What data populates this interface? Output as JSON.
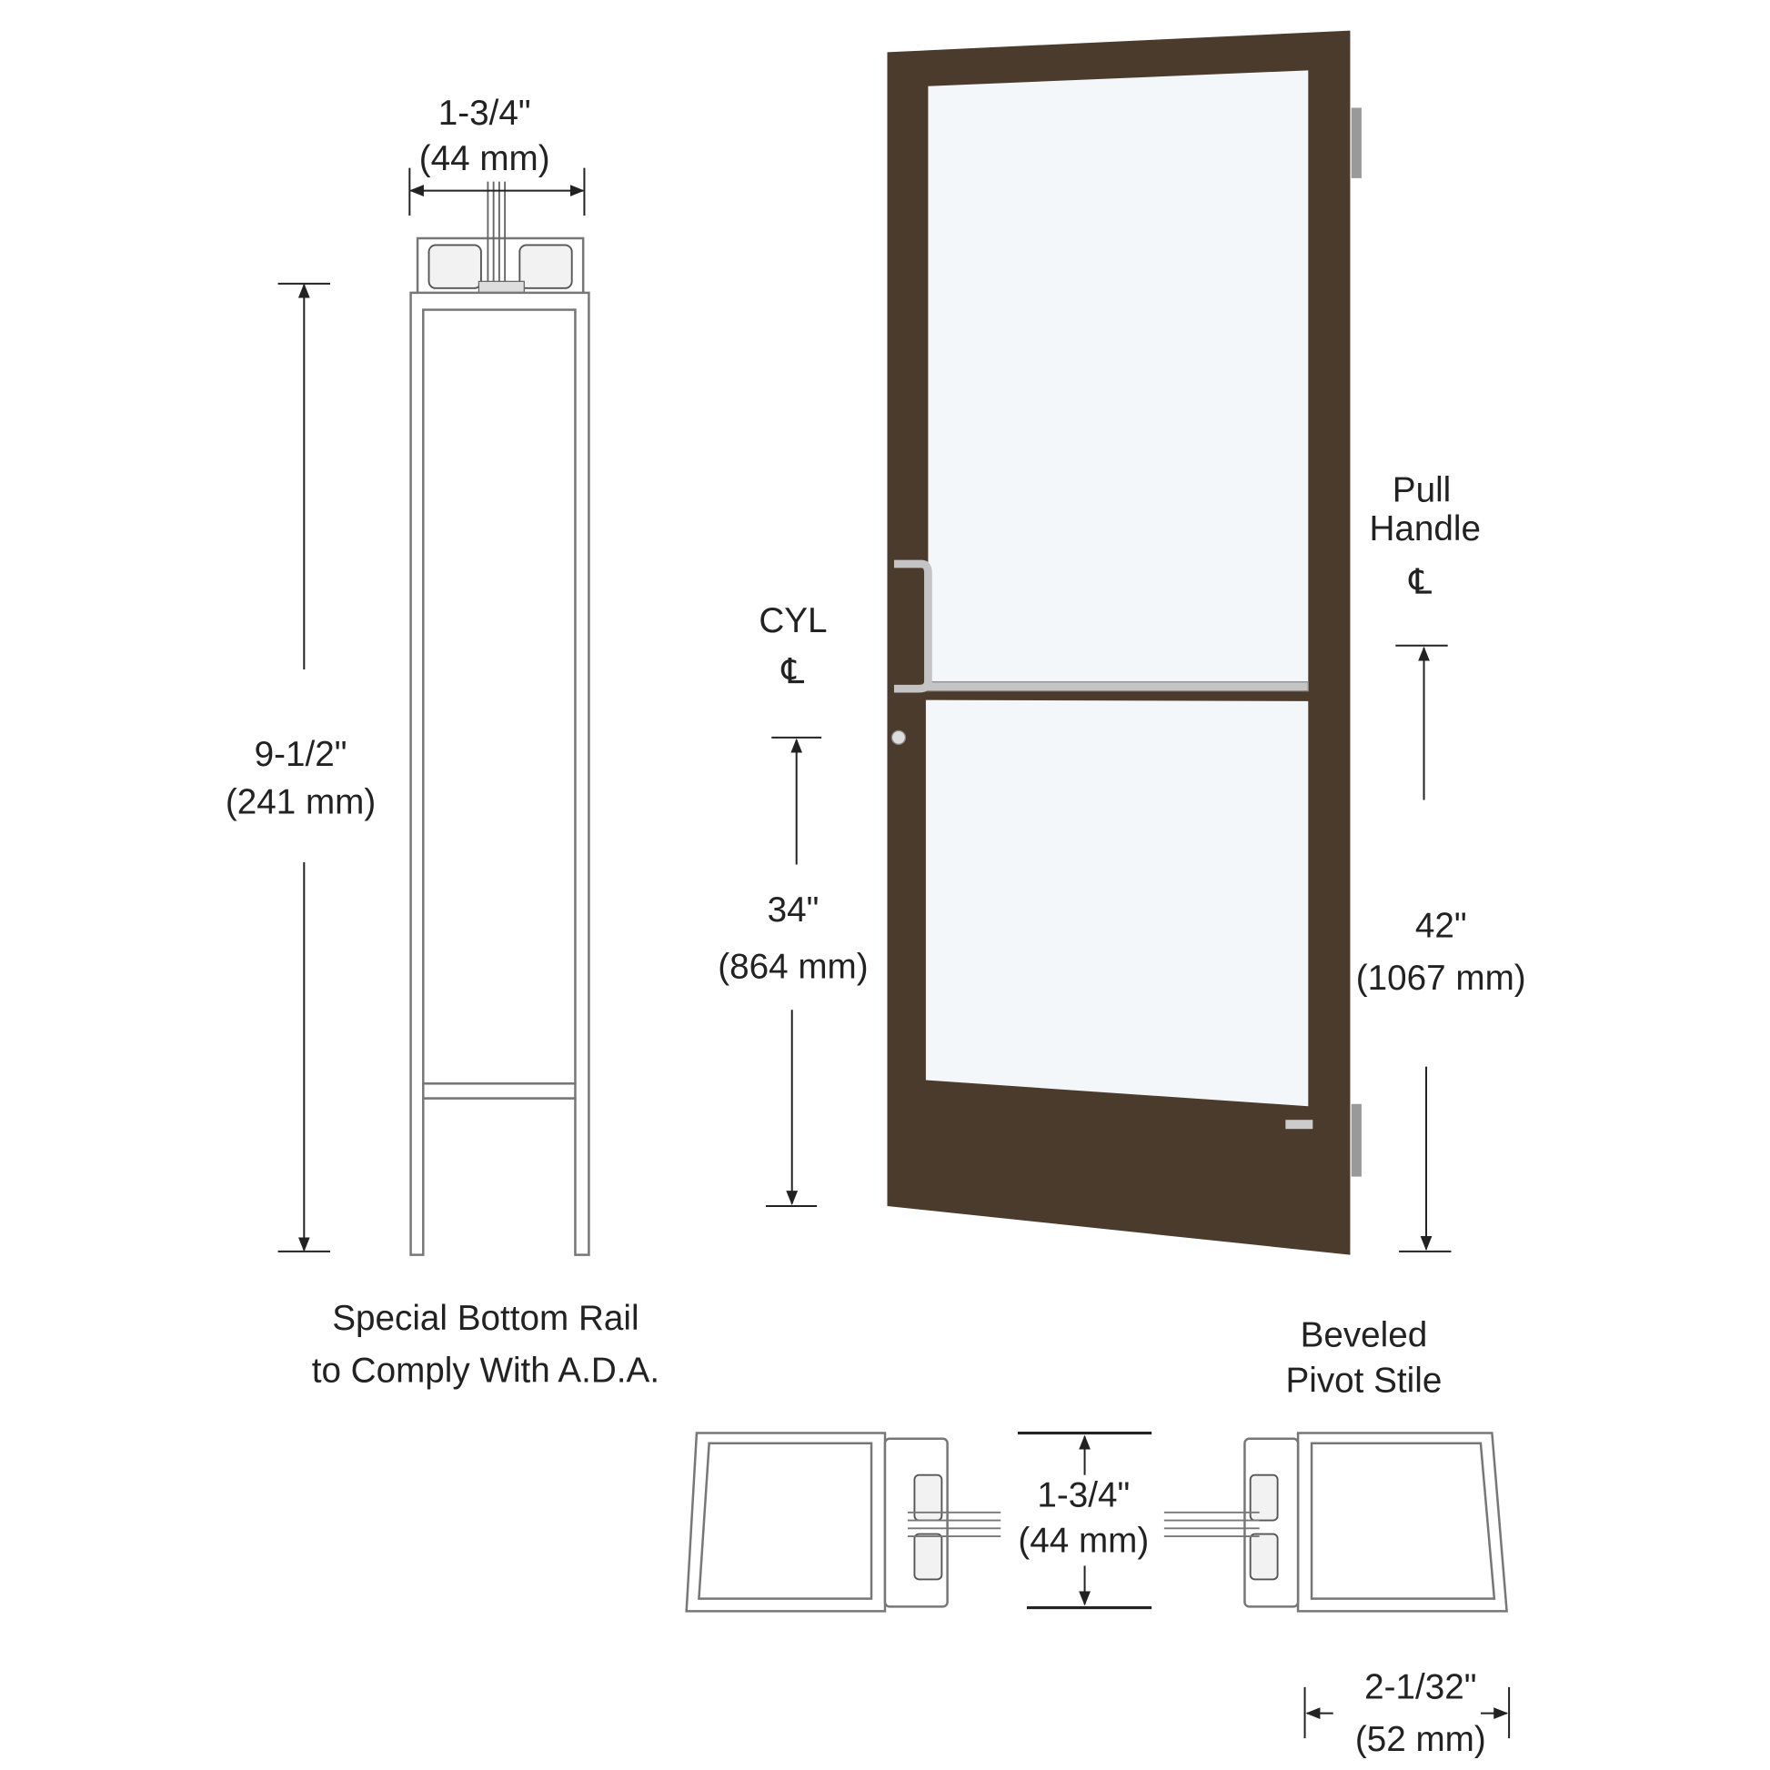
{
  "colors": {
    "door_frame": "#4b3b2d",
    "glass": "#f3f7fa",
    "hardware": "#b8b8b8"
  },
  "top_section": {
    "width_in": "1-3/4\"",
    "width_mm": "(44 mm)"
  },
  "bottom_rail": {
    "height_in": "9-1/2\"",
    "height_mm": "(241 mm)",
    "caption_line1": "Special Bottom Rail",
    "caption_line2": "to Comply With A.D.A."
  },
  "cylinder": {
    "label": "CYL",
    "centerline_symbol": "℄",
    "height_in": "34\"",
    "height_mm": "(864 mm)"
  },
  "pull_handle": {
    "label_line1": "Pull",
    "label_line2": "Handle",
    "centerline_symbol": "℄",
    "height_in": "42\"",
    "height_mm": "(1067 mm)"
  },
  "pivot_stile": {
    "caption_line1": "Beveled",
    "caption_line2": "Pivot Stile",
    "depth_in": "1-3/4\"",
    "depth_mm": "(44 mm)",
    "width_in": "2-1/32\"",
    "width_mm": "(52 mm)"
  }
}
